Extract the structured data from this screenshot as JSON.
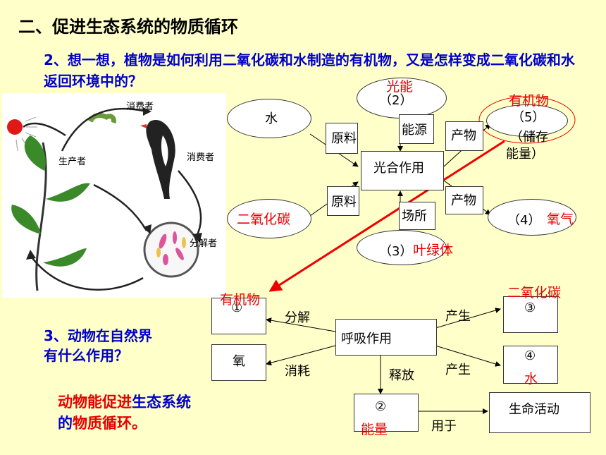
{
  "title": "二、促进生态系统的物质循环",
  "question2": "2、想一想，植物是如何利用二氧化碳和水制造的有机物，又是怎样变成二氧化碳和水返回环境中的？",
  "question3_line1": "3、动物在自然界",
  "question3_line2": "有什么作用？",
  "conclusion": {
    "p1": "动物能促进",
    "p2": "生态系统",
    "p3": "的",
    "p4": "物质循环。"
  },
  "cycle_diagram": {
    "producer": "生产者",
    "consumer1": "消费者",
    "consumer2": "消费者",
    "decomposer": "分解者"
  },
  "photosynthesis": {
    "center": "光合作用",
    "water": "水",
    "num2": "（2）",
    "light_energy": "光能",
    "label_yuanliao1": "原料",
    "label_nengyuan": "能源",
    "label_chanwu1": "产物",
    "label_yuanliao2": "原料",
    "label_changsuo": "场所",
    "label_chanwu2": "产物",
    "co2": "二氧化碳",
    "num5": "（5）",
    "storage": "（储存",
    "storage2": "能量）",
    "organic": "有机物",
    "num4": "（4）",
    "oxygen": "氧气",
    "num3": "（3）",
    "chloroplast": "叶绿体"
  },
  "respiration": {
    "center": "呼吸作用",
    "organic": "有机物",
    "c1": "①",
    "label_fenjie": "分解",
    "oxygen_box": "氧",
    "label_xiaohao": "消耗",
    "label_shifang": "释放",
    "c2": "②",
    "energy": "能量",
    "label_chansheng1": "产生",
    "c3": "③",
    "co2": "二氧化碳",
    "label_chansheng2": "产生",
    "c4": "④",
    "water": "水",
    "life": "生命活动",
    "label_yongyu": "用于"
  }
}
